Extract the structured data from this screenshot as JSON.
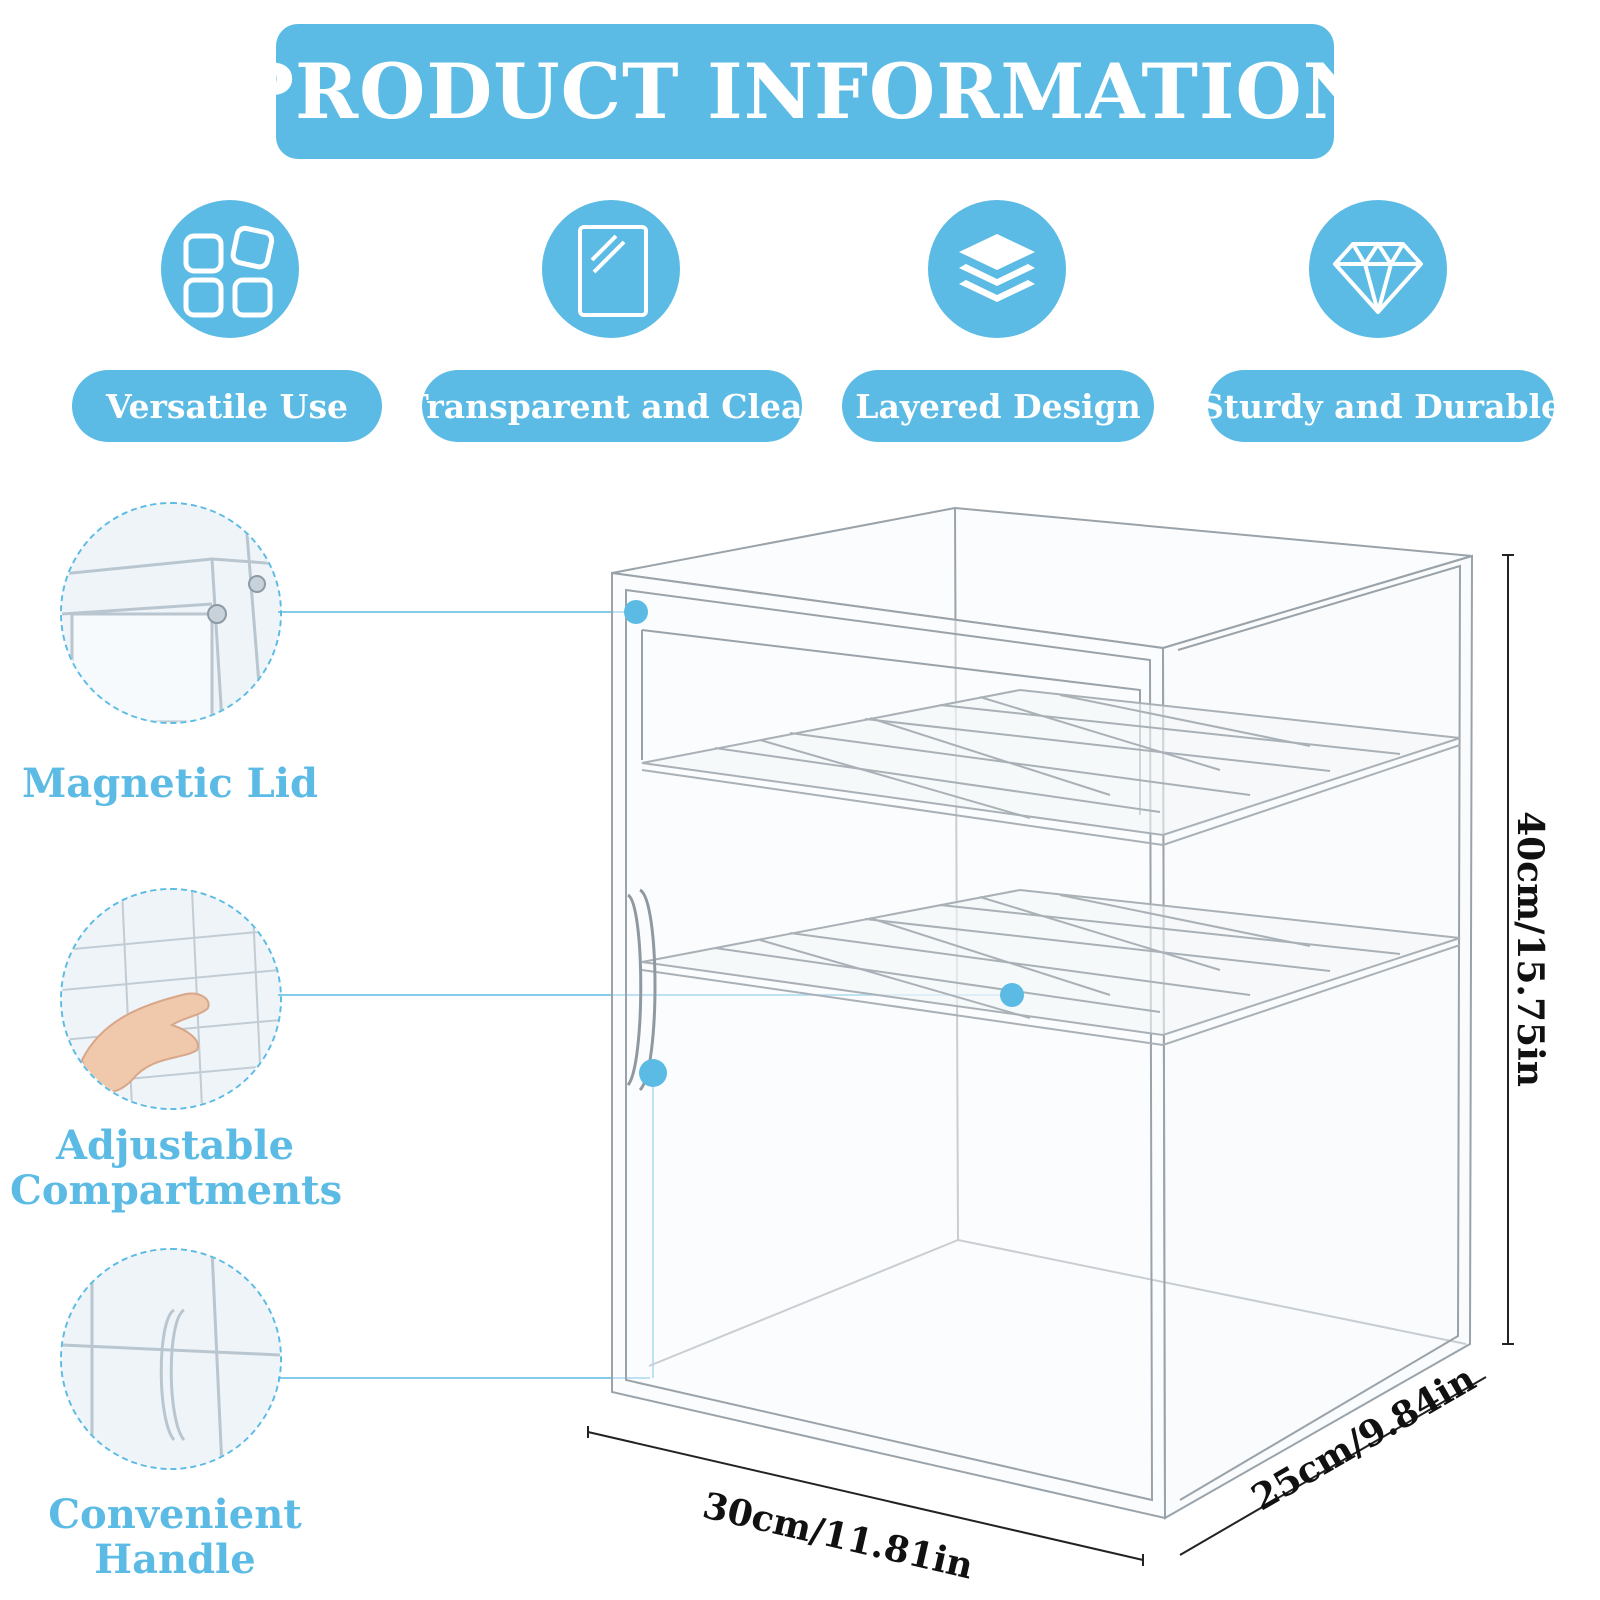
{
  "header": {
    "title": "PRODUCT INFORMATION"
  },
  "features": [
    {
      "label": "Versatile Use",
      "icon": "four-squares-icon"
    },
    {
      "label": "Transparent and Clear",
      "icon": "clear-panel-icon"
    },
    {
      "label": "Layered Design",
      "icon": "layers-icon"
    },
    {
      "label": "Sturdy and Durable",
      "icon": "diamond-icon"
    }
  ],
  "callouts": [
    {
      "label": "Magnetic Lid"
    },
    {
      "label_line1": "Adjustable",
      "label_line2": "Compartments"
    },
    {
      "label_line1": "Convenient",
      "label_line2": "Handle"
    }
  ],
  "dimensions": {
    "height": "40cm/15.75in",
    "width": "30cm/11.81in",
    "depth": "25cm/9.84in"
  },
  "colors": {
    "accent": "#5bbbe4",
    "text_dark": "#111111",
    "white": "#ffffff"
  }
}
